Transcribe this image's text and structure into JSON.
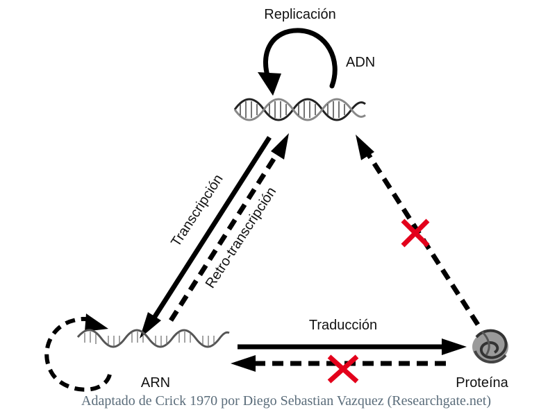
{
  "labels": {
    "replication": "Replicación",
    "dna": "ADN",
    "transcription": "Transcripción",
    "reverse_transcription": "Retro-transcripción",
    "translation": "Traducción",
    "rna": "ARN",
    "protein": "Proteína"
  },
  "caption": "Adaptado de Crick 1970 por Diego Sebastian Vazquez (Researchgate.net)",
  "colors": {
    "arrow": "#000000",
    "cross": "#e3001b",
    "caption": "#5a6c7a"
  }
}
